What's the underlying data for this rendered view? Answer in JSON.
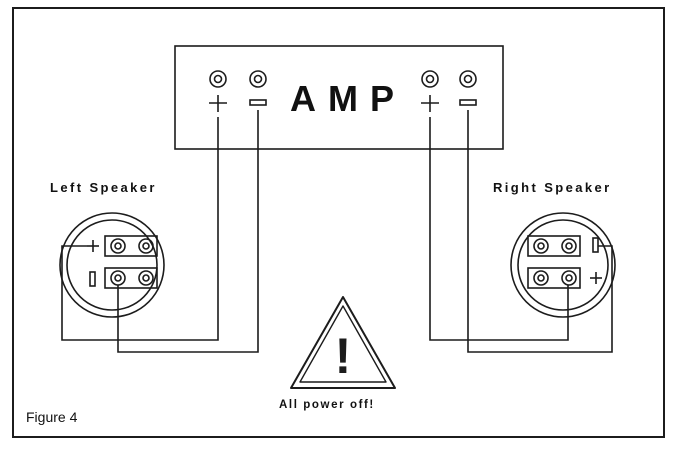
{
  "diagram": {
    "amp_label": "AMP",
    "left_speaker_label": "Left Speaker",
    "right_speaker_label": "Right Speaker",
    "warning_text": "All power off!",
    "figure_caption": "Figure 4",
    "warning_symbol": "!",
    "polarity": {
      "positive": "+",
      "negative": "−"
    }
  },
  "icons": {
    "terminal": "terminal-icon",
    "warning": "warning-triangle-icon"
  },
  "colors": {
    "line": "#1c1c1c",
    "background": "#ffffff"
  }
}
